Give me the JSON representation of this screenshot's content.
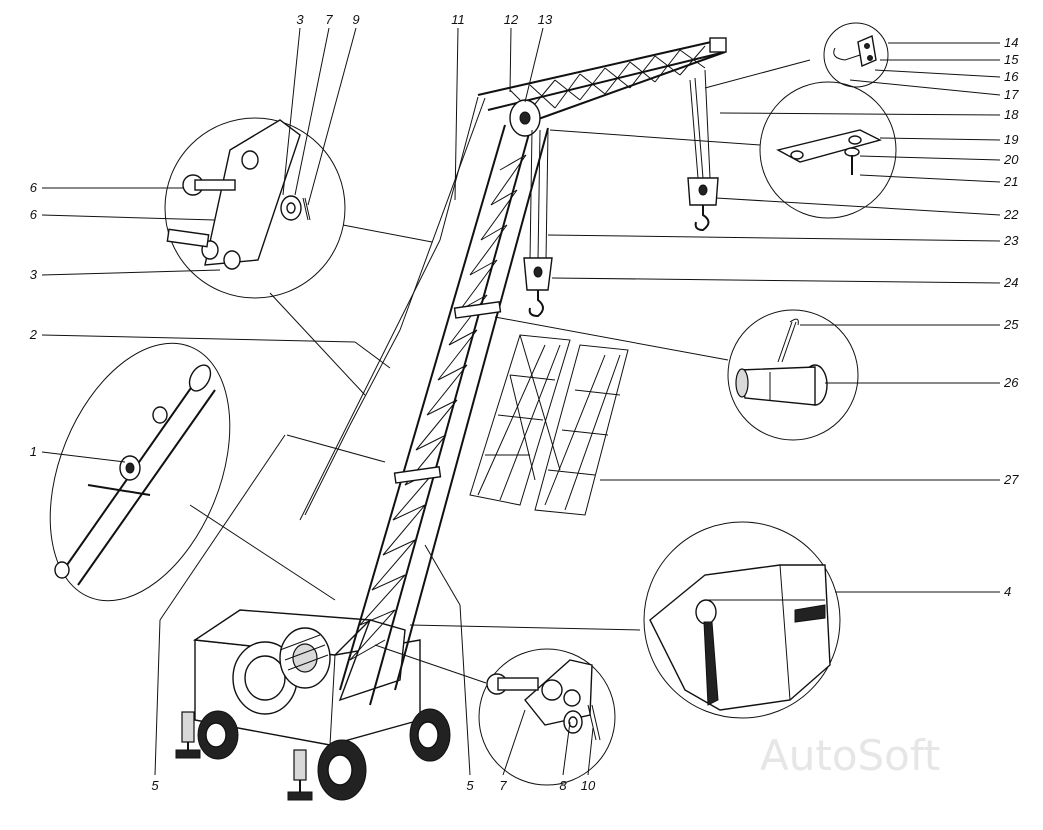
{
  "watermark": "AutoSoft",
  "callouts": [
    {
      "id": "l1",
      "text": "1"
    },
    {
      "id": "l2",
      "text": "2"
    },
    {
      "id": "l3a",
      "text": "3"
    },
    {
      "id": "l3b",
      "text": "3"
    },
    {
      "id": "l4",
      "text": "4"
    },
    {
      "id": "l5a",
      "text": "5"
    },
    {
      "id": "l5b",
      "text": "5"
    },
    {
      "id": "l6a",
      "text": "6"
    },
    {
      "id": "l6b",
      "text": "6"
    },
    {
      "id": "l7a",
      "text": "7"
    },
    {
      "id": "l7b",
      "text": "7"
    },
    {
      "id": "l8",
      "text": "8"
    },
    {
      "id": "l9",
      "text": "9"
    },
    {
      "id": "l10",
      "text": "10"
    },
    {
      "id": "l11",
      "text": "11"
    },
    {
      "id": "l12",
      "text": "12"
    },
    {
      "id": "l13",
      "text": "13"
    },
    {
      "id": "l14",
      "text": "14"
    },
    {
      "id": "l15",
      "text": "15"
    },
    {
      "id": "l16",
      "text": "16"
    },
    {
      "id": "l17",
      "text": "17"
    },
    {
      "id": "l18",
      "text": "18"
    },
    {
      "id": "l19",
      "text": "19"
    },
    {
      "id": "l20",
      "text": "20"
    },
    {
      "id": "l21",
      "text": "21"
    },
    {
      "id": "l22",
      "text": "22"
    },
    {
      "id": "l23",
      "text": "23"
    },
    {
      "id": "l24",
      "text": "24"
    },
    {
      "id": "l25",
      "text": "25"
    },
    {
      "id": "l26",
      "text": "26"
    },
    {
      "id": "l27",
      "text": "27"
    }
  ]
}
